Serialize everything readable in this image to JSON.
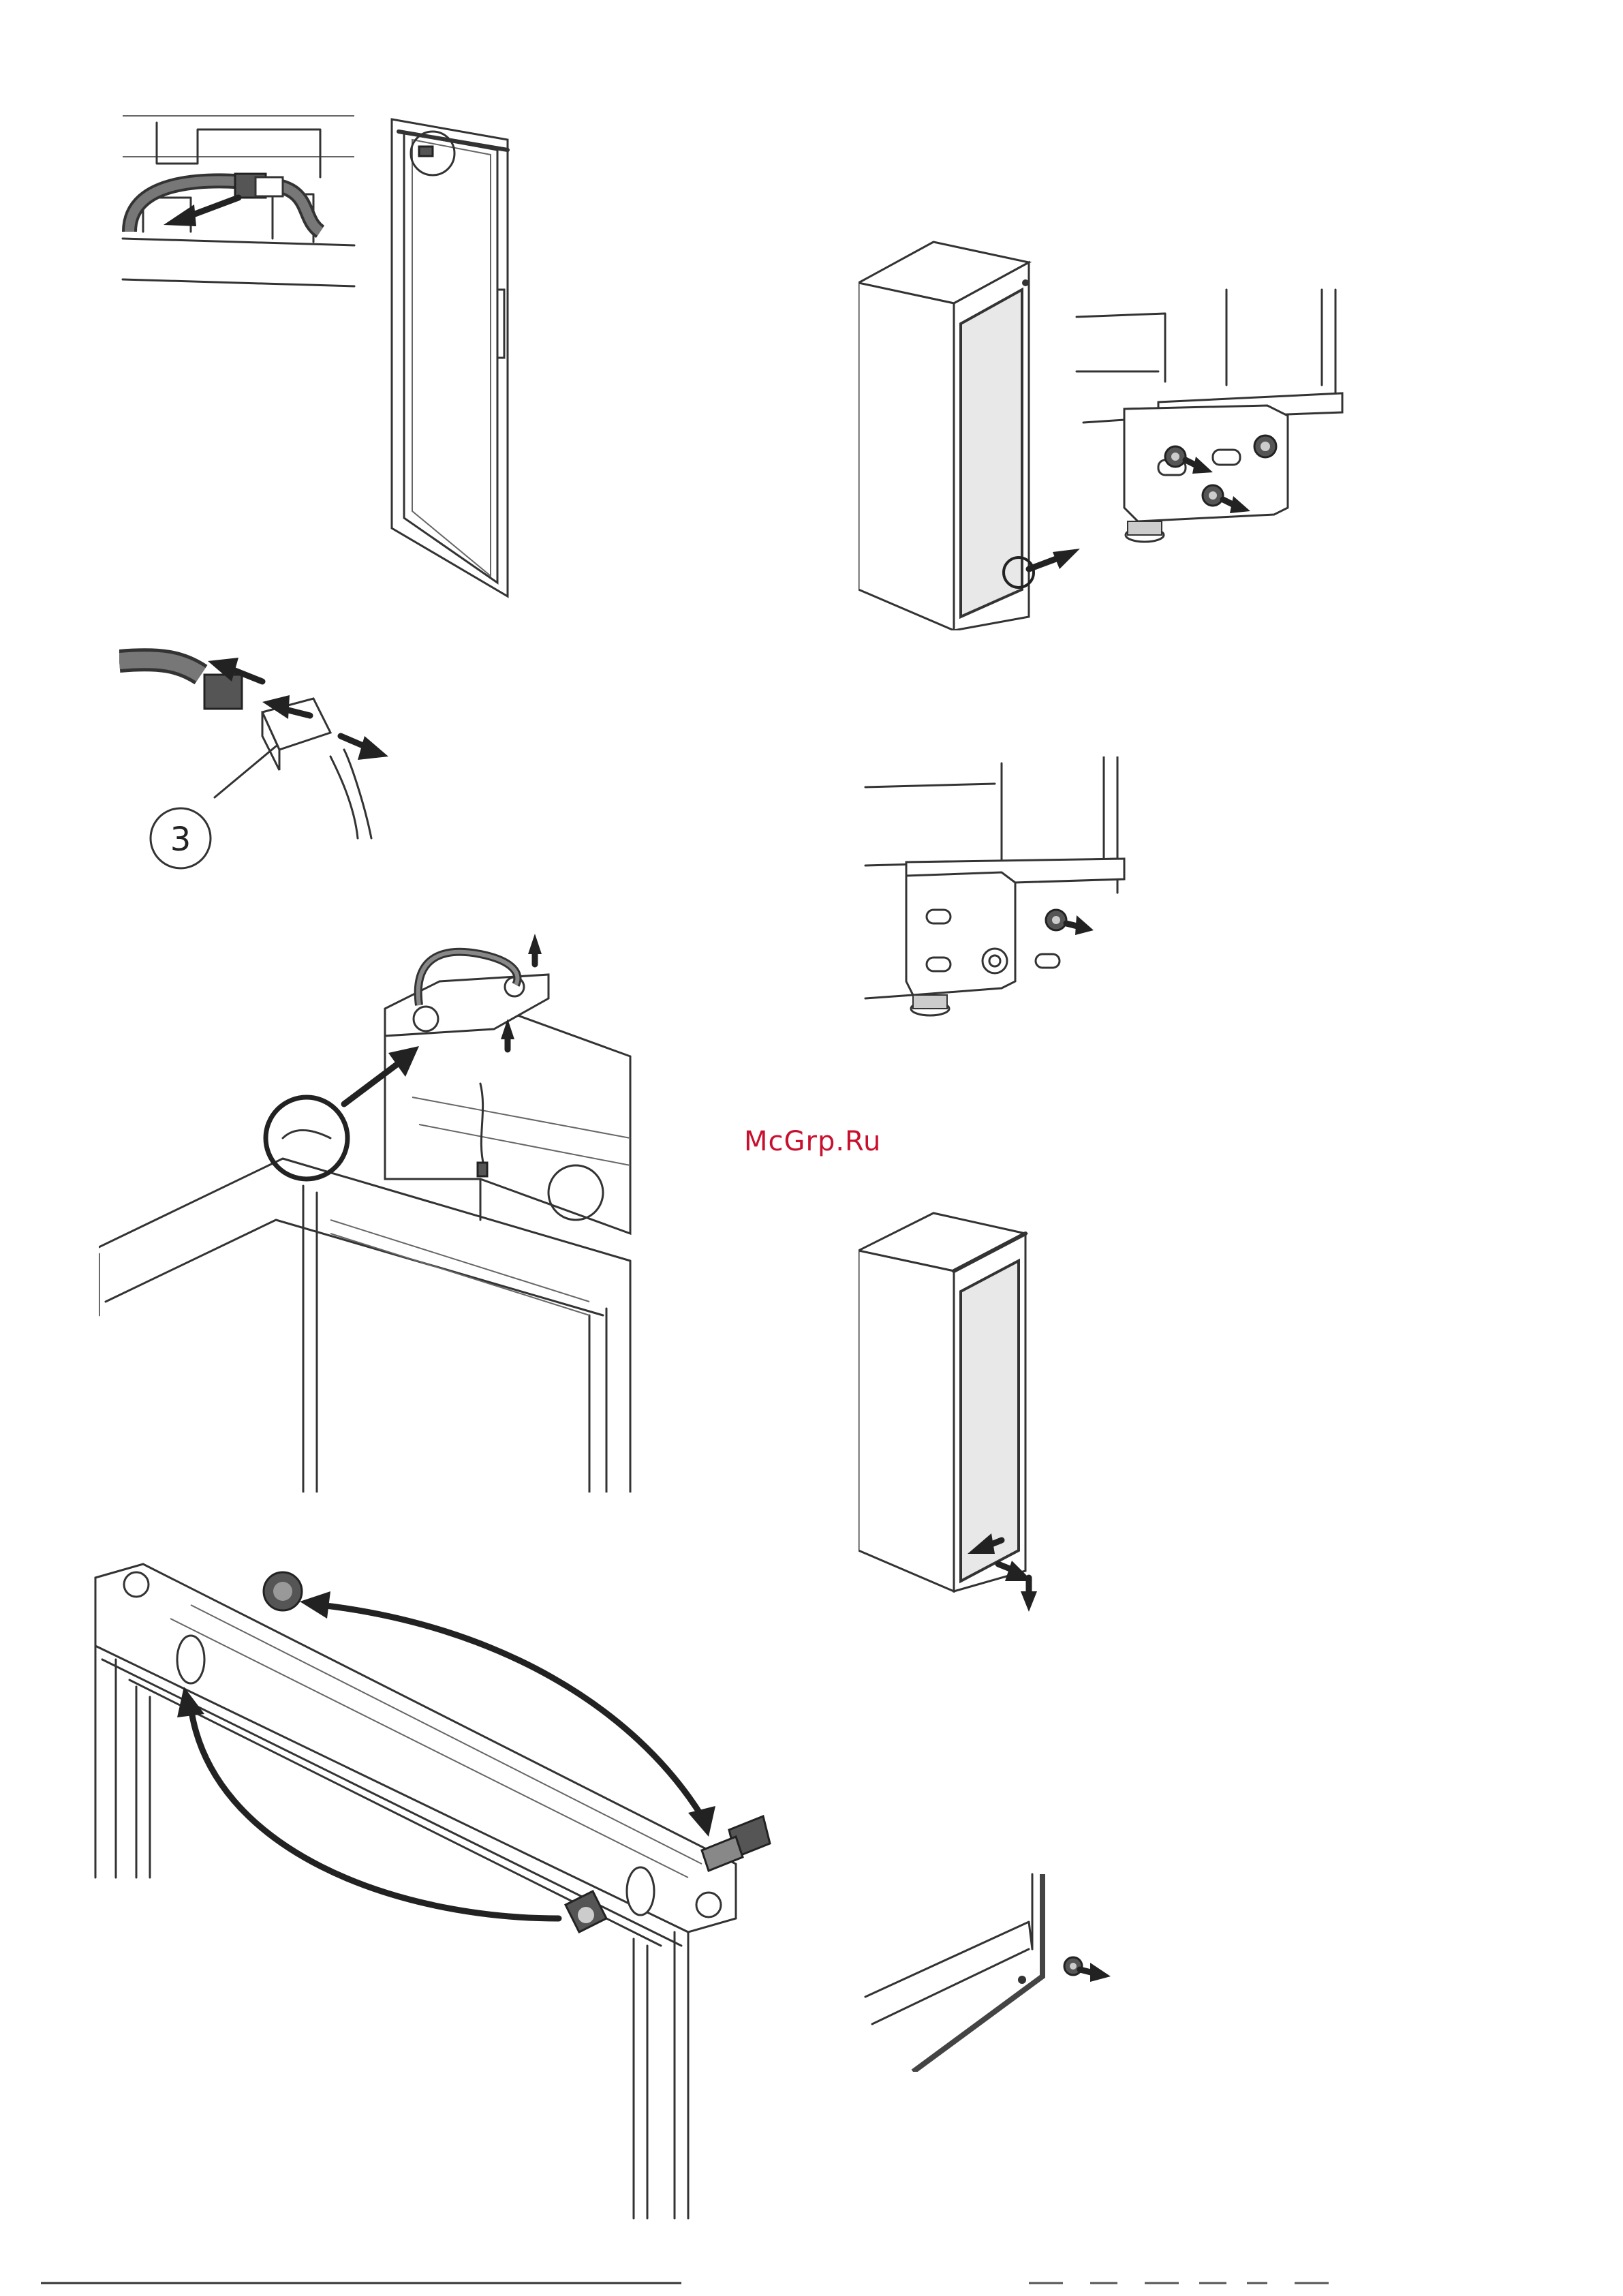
{
  "page": {
    "watermark": "McGrp.Ru",
    "callouts": [
      {
        "label": "3"
      }
    ]
  },
  "colors": {
    "watermark": "#c8102e",
    "line": "#333333",
    "glass": "#e8e8e8"
  },
  "icons": [
    "connector-unplug-illustration",
    "door-outline-illustration",
    "connector-detail-illustration",
    "hinge-cable-illustration",
    "hinge-swap-illustration",
    "cabinet-door-removal-illustration",
    "bracket-screws-illustration",
    "bracket-single-screw-illustration",
    "cabinet-door-lift-illustration",
    "corner-screw-illustration"
  ]
}
